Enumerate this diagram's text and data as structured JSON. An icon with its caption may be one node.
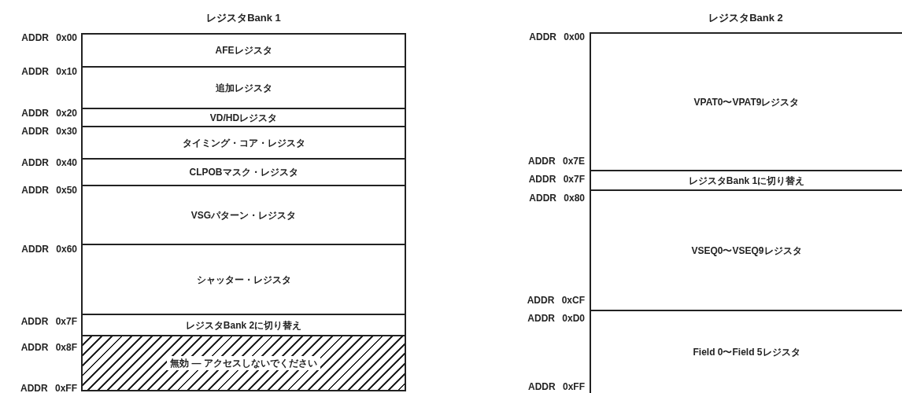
{
  "diagram": {
    "nodes": [
      {
        "text": [
          "レジスタBank 1"
        ]
      },
      {
        "text": [
          "AFEレジスタ"
        ],
        "in": 0
      },
      {
        "text": [
          "追加レジスタ"
        ],
        "in": 0
      },
      {
        "text": [
          "VD/HDレジスタ"
        ],
        "in": 0
      },
      {
        "text": [
          "タイミング・コア・レジスタ"
        ],
        "in": 0
      },
      {
        "text": [
          "CLPOBマスク・レジスタ"
        ],
        "in": 0
      },
      {
        "text": [
          "VSGパターン・レジスタ"
        ],
        "in": 0
      },
      {
        "text": [
          "シャッター・レジスタ"
        ],
        "in": 0
      },
      {
        "text": [
          "レジスタBank 2に切り替え"
        ],
        "in": 0
      },
      {
        "text": [
          "無効 — アクセスしないでください"
        ],
        "in": 0
      },
      {
        "text": [
          "レジスタBank 2"
        ]
      },
      {
        "text": [
          "VPAT0〜VPAT9レジスタ"
        ],
        "in": 10
      },
      {
        "text": [
          "レジスタBank 1に切り替え"
        ],
        "in": 10
      },
      {
        "text": [
          "VSEQ0〜VSEQ9レジスタ"
        ],
        "in": 10
      },
      {
        "text": [
          "Field 0〜Field 5レジスタ"
        ],
        "in": 10
      }
    ],
    "labels": [
      "ADDR 0x00",
      "ADDR 0x10",
      "ADDR 0x20",
      "ADDR 0x30",
      "ADDR 0x40",
      "ADDR 0x50",
      "ADDR 0x60",
      "ADDR 0x7F",
      "ADDR 0x8F",
      "ADDR 0xFF",
      "ADDR 0x00",
      "ADDR 0x7E",
      "ADDR 0x7F",
      "ADDR 0x80",
      "ADDR 0xCF",
      "ADDR 0xD0",
      "ADDR 0xFF"
    ]
  }
}
